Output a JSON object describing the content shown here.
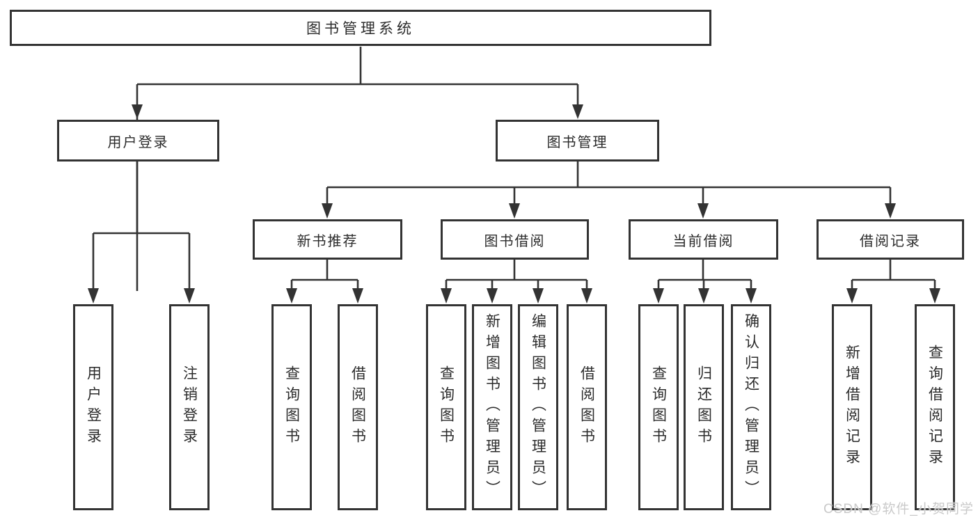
{
  "diagram": {
    "title": "图书管理系统",
    "root": {
      "label": "图书管理系统"
    },
    "user_branch": {
      "label": "用户登录",
      "children": [
        {
          "label": "用户登录"
        },
        {
          "label": "注销登录"
        }
      ]
    },
    "book_branch": {
      "label": "图书管理",
      "groups": [
        {
          "label": "新书推荐",
          "children": [
            {
              "label": "查询图书"
            },
            {
              "label": "借阅图书"
            }
          ]
        },
        {
          "label": "图书借阅",
          "children": [
            {
              "label": "查询图书"
            },
            {
              "label": "新增图书（管理员）"
            },
            {
              "label": "编辑图书（管理员）"
            },
            {
              "label": "借阅图书"
            }
          ]
        },
        {
          "label": "当前借阅",
          "children": [
            {
              "label": "查询图书"
            },
            {
              "label": "归还图书"
            },
            {
              "label": "确认归还（管理员）"
            }
          ]
        },
        {
          "label": "借阅记录",
          "children": [
            {
              "label": "新增借阅记录"
            },
            {
              "label": "查询借阅记录"
            }
          ]
        }
      ]
    }
  },
  "watermark": "CSDN @软件_小贺同学",
  "colors": {
    "line": "#333333",
    "text": "#2b2b2b",
    "watermark": "#c9c9c9",
    "background": "#ffffff"
  }
}
